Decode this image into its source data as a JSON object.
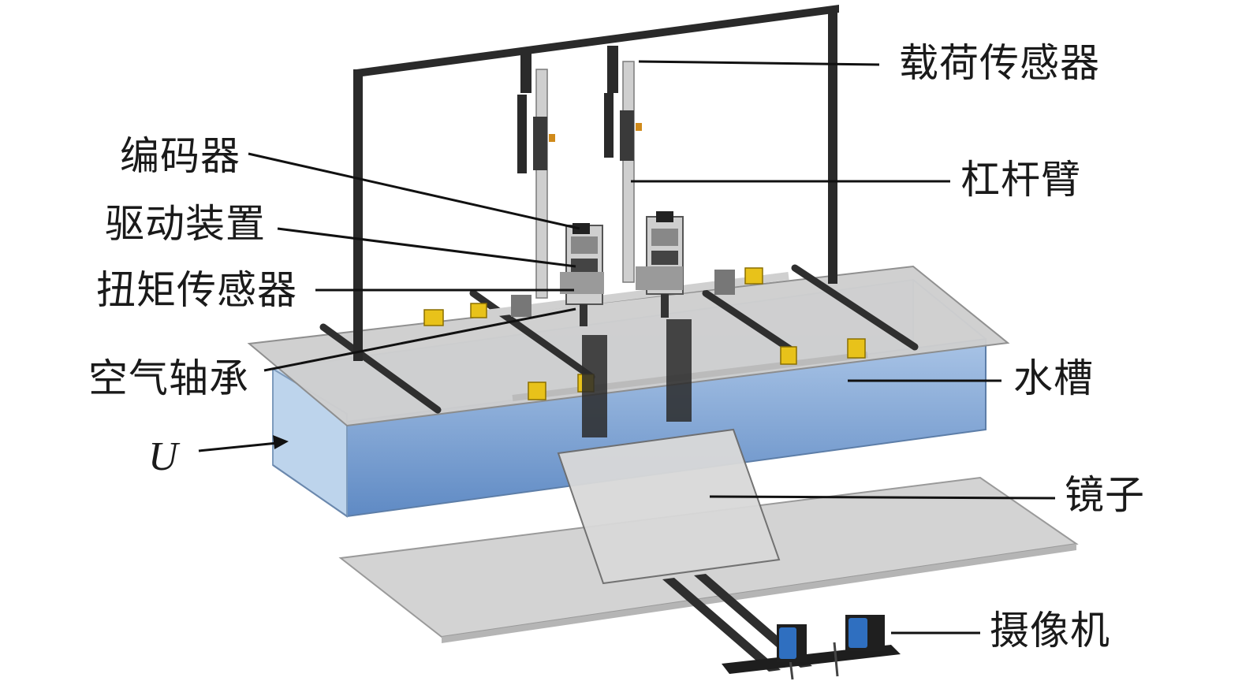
{
  "labels": {
    "load_sensor": "载荷传感器",
    "lever_arm": "杠杆臂",
    "encoder": "编码器",
    "drive_unit": "驱动装置",
    "torque_sensor": "扭矩传感器",
    "air_bearing": "空气轴承",
    "water_tank": "水槽",
    "velocity_symbol": "U",
    "mirror": "镜子",
    "camera": "摄像机"
  },
  "colors": {
    "frame": "#2b2b2b",
    "rail": "#3a3a3a",
    "tank_glass": "#b9d2ea",
    "water": "#6f97cc",
    "deck": "#c9c9c9",
    "mirror": "#d8d8d8",
    "floor_plate": "#d2d2d2",
    "clamp": "#e8c21a",
    "camera_body": "#2f6fc0",
    "leader_line": "#111111"
  }
}
